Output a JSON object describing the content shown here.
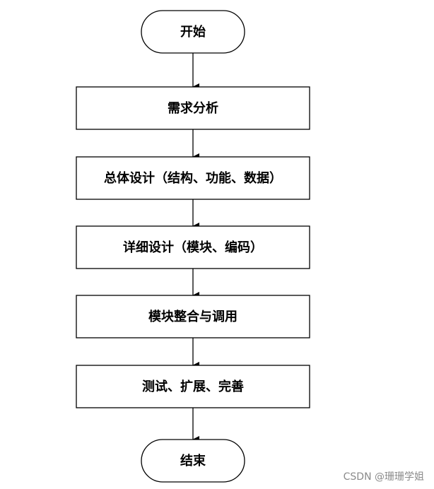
{
  "flowchart": {
    "nodes": [
      {
        "id": "start",
        "shape": "terminator",
        "label": "开始"
      },
      {
        "id": "requirements",
        "shape": "process",
        "label": "需求分析"
      },
      {
        "id": "overall-design",
        "shape": "process",
        "label": "总体设计（结构、功能、数据）"
      },
      {
        "id": "detailed-design",
        "shape": "process",
        "label": "详细设计（模块、编码）"
      },
      {
        "id": "integration",
        "shape": "process",
        "label": "模块整合与调用"
      },
      {
        "id": "testing",
        "shape": "process",
        "label": "测试、扩展、完善"
      },
      {
        "id": "end",
        "shape": "terminator",
        "label": "结束"
      }
    ],
    "edges": [
      {
        "from": "start",
        "to": "requirements"
      },
      {
        "from": "requirements",
        "to": "overall-design"
      },
      {
        "from": "overall-design",
        "to": "detailed-design"
      },
      {
        "from": "detailed-design",
        "to": "integration"
      },
      {
        "from": "integration",
        "to": "testing"
      },
      {
        "from": "testing",
        "to": "end"
      }
    ],
    "colors": {
      "stroke": "#000000",
      "fill": "#ffffff",
      "text": "#000000"
    }
  },
  "watermark": "CSDN @珊珊学姐"
}
